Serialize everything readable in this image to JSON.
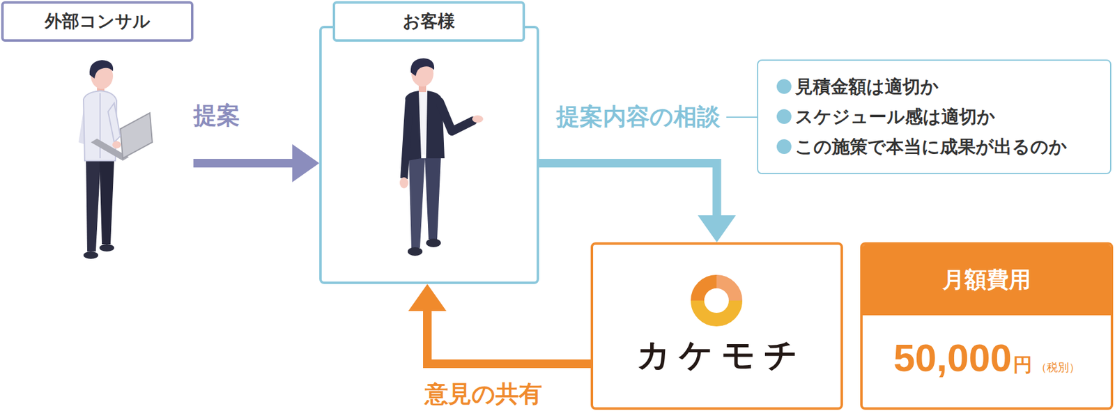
{
  "diagram": {
    "nodes": [
      {
        "text": [
          "外部コンサル"
        ]
      },
      {
        "text": [
          "お客様"
        ]
      },
      {
        "text": [
          "見積金額は適切か",
          "スケジュール感は適切か",
          "この施策で本当に成果が出るのか"
        ]
      },
      {
        "text": [
          "カケモチ"
        ]
      },
      {
        "text": [
          "月額費用",
          "50,000",
          "円",
          "（税別）"
        ]
      }
    ],
    "edges": [
      {
        "from": 0,
        "to": 1,
        "arrow": "to",
        "label": "提案"
      },
      {
        "from": 1,
        "to": 3,
        "arrow": "to",
        "label": "提案内容の相談"
      },
      {
        "from": 3,
        "to": 1,
        "arrow": "to",
        "label": "意見の共有"
      }
    ]
  }
}
